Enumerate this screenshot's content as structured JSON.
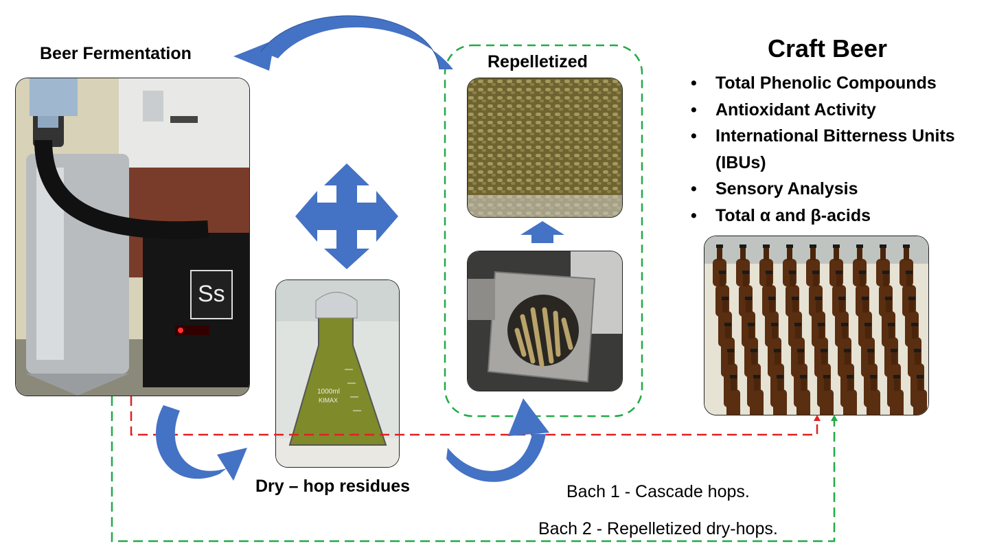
{
  "stages": {
    "fermentation_title": "Beer Fermentation",
    "repelletized_title": "Repelletized",
    "residues_title": "Dry – hop residues"
  },
  "craft_beer": {
    "title": "Craft Beer",
    "analyses": [
      "Total Phenolic Compounds",
      "Antioxidant Activity",
      "International Bitterness Units (IBUs)",
      "Sensory Analysis",
      "Total α and β-acids"
    ]
  },
  "batches": {
    "batch1": "Bach 1 - Cascade hops.",
    "batch2": "Bach 2 - Repelletized dry-hops."
  },
  "colors": {
    "arrow_blue": "#4472c4",
    "batch1_line": "#e02020",
    "batch2_line": "#22aa44"
  }
}
